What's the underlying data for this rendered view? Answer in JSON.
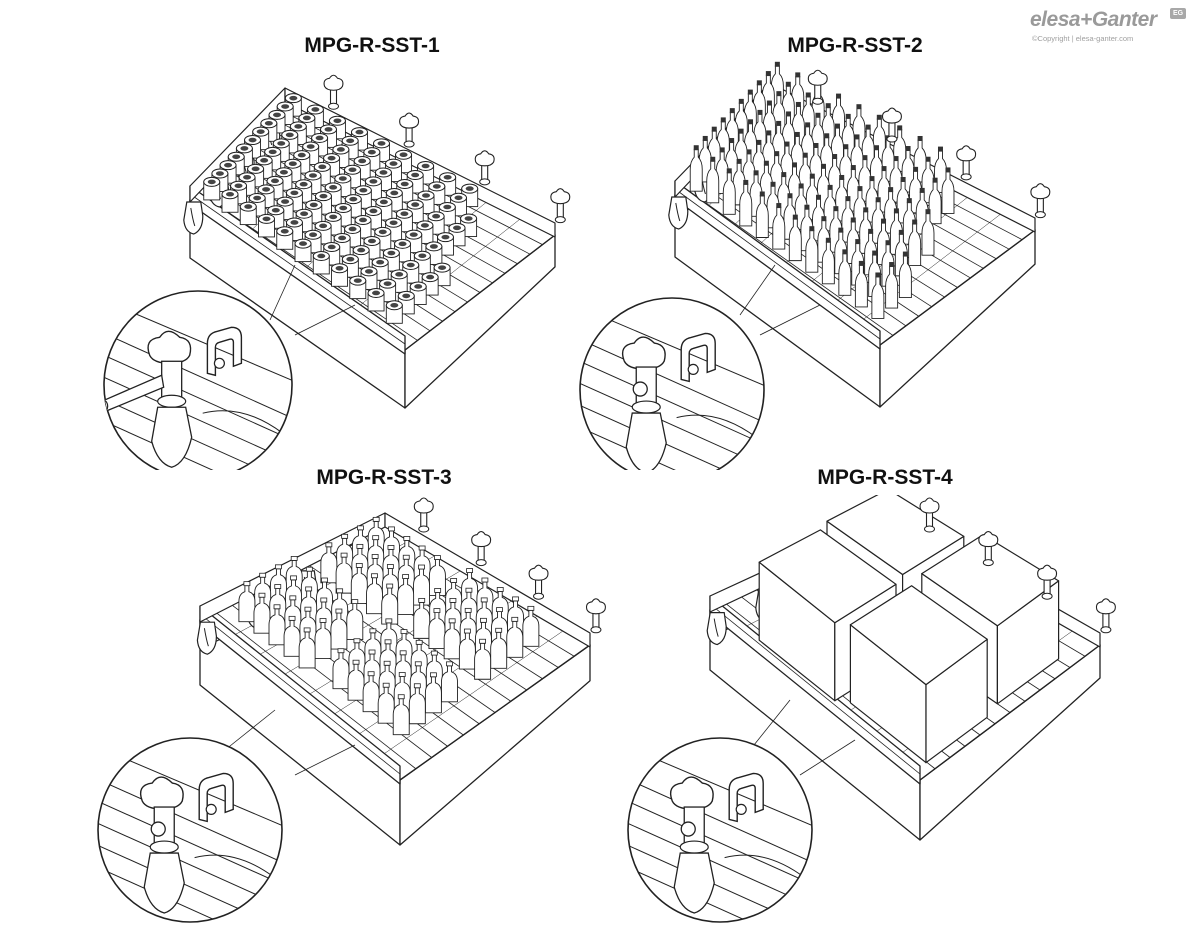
{
  "logo": {
    "brand": "elesa+Ganter",
    "badge": "EG",
    "copyright": "©Copyright | elesa-ganter.com"
  },
  "panels": [
    {
      "title": "MPG-R-SST-1",
      "content": "round-containers"
    },
    {
      "title": "MPG-R-SST-2",
      "content": "bottles"
    },
    {
      "title": "MPG-R-SST-3",
      "content": "flasks"
    },
    {
      "title": "MPG-R-SST-4",
      "content": "boxes"
    }
  ],
  "colors": {
    "line": "#222222",
    "background": "#ffffff"
  }
}
